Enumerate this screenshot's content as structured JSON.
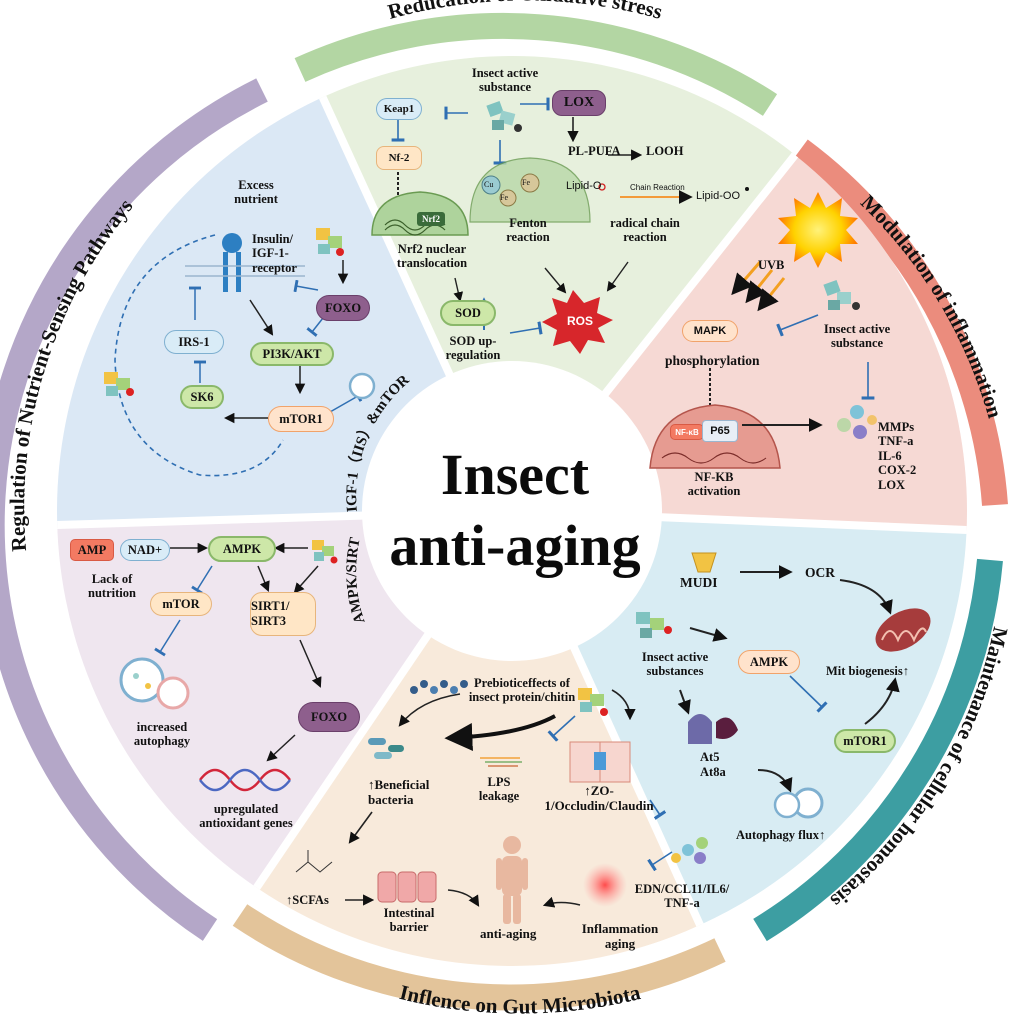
{
  "center": {
    "line1": "Insect",
    "line2": "anti-aging"
  },
  "ring_titles": {
    "oxidative": "Reducation of Oxidative stress",
    "inflammation": "Modulation of inflammation",
    "homeostasis": "Maintenance of cellular homeostasis",
    "gut": "Inflence on Gut Microbiota",
    "nutrient": "Regulation of Nutrient-Sensing Pathways"
  },
  "inner_labels": {
    "iis": "IGF-1（IIS）&mTOR",
    "ampk": "AMPK/SIRT"
  },
  "oxidative": {
    "insect_active_substance": "Insect active substance",
    "keap1": "Keap1",
    "nrf2_pill": "Nf-2",
    "nrf2_inner": "Nrf2",
    "nrf2_translocation": "Nrf2 nuclear translocation",
    "sod": "SOD",
    "sod_upregulation": "SOD up- regulation",
    "lox": "LOX",
    "pl_pufa": "PL-PUFA",
    "looh": "LOOH",
    "cu": "Cu",
    "fe1": "Fe",
    "fe2": "Fe",
    "fenton": "Fenton reaction",
    "lipid_o": "Lipid-O",
    "chain_reaction": "Chain Reaction",
    "lipid_oo": "Lipid-OO",
    "radical_chain": "radical chain reaction",
    "ros": "ROS"
  },
  "inflammation": {
    "uvb": "UVB",
    "mapk": "MAPK",
    "insect_active_substance": "Insect active substance",
    "phosphorylation": "phosphorylation",
    "nfkb": "NF-κB",
    "p65": "P65",
    "nfkb_activation": "NF-KB activation",
    "mediators": [
      "MMPs",
      "TNF-a",
      "IL-6",
      "COX-2",
      "LOX"
    ]
  },
  "homeostasis": {
    "mudi": "MUDI",
    "ocr": "OCR",
    "insect_active_substances": "Insect active substances",
    "ampk": "AMPK",
    "mit_biogenesis": "Mit biogenesis↑",
    "mtor1": "mTOR1",
    "at5": "At5",
    "at8a": "At8a",
    "autophagy_flux": "Autophagy flux↑"
  },
  "gut": {
    "prebiotic": "Prebioticeffects of insect protein/chitin",
    "beneficial": "↑Beneficial bacteria",
    "lps": "LPS leakage",
    "zo1": "↑ZO- 1/Occludin/Claudin",
    "scfas": "↑SCFAs",
    "intestinal": "Intestinal barrier",
    "anti_aging": "anti-aging",
    "inflammation_aging": "Inflammation aging",
    "edn": "EDN/CCL11/IL6/ TNF-a"
  },
  "nutrient_iis": {
    "excess_nutrient": "Excess nutrient",
    "receptor": "Insulin/ IGF-1- receptor",
    "foxo": "FOXO",
    "irs1": "IRS-1",
    "pi3k": "PI3K/AKT",
    "sk6": "SK6",
    "mtor1": "mTOR1"
  },
  "nutrient_ampk": {
    "amp": "AMP",
    "nad": "NAD+",
    "ampk": "AMPK",
    "lack": "Lack of nutrition",
    "mtor": "mTOR",
    "sirt": "SIRT1/ SIRT3",
    "autophagy": "increased autophagy",
    "foxo": "FOXO",
    "genes": "upregulated antioxidant genes"
  },
  "colors": {
    "oxidative_bg": "#e7f0dd",
    "inflammation_bg": "#f6d9d4",
    "homeostasis_bg": "#d8ecf3",
    "gut_bg": "#f8eadb",
    "iis_bg": "#dbe8f5",
    "ampk_bg": "#efe6ef",
    "ring_green": "#b3d6a3",
    "ring_red": "#eb8c7d",
    "ring_teal": "#3d9ea2",
    "ring_tan": "#e3c49a",
    "ring_purple": "#b4a7c8"
  }
}
